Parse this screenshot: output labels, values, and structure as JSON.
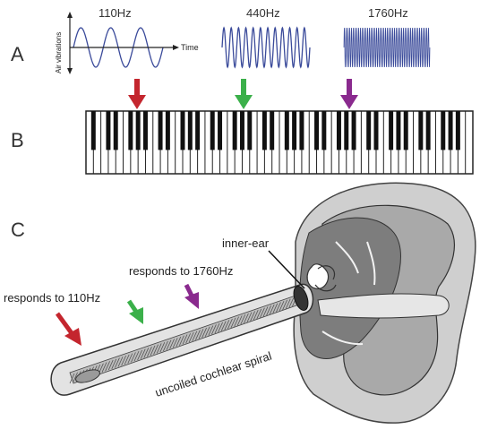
{
  "panels": {
    "a": "A",
    "b": "B",
    "c": "C"
  },
  "waves": [
    {
      "label": "110Hz",
      "cycles": 3,
      "color": "#3a4a9a"
    },
    {
      "label": "440Hz",
      "cycles": 12,
      "color": "#3a4a9a"
    },
    {
      "label": "1760Hz",
      "cycles": 48,
      "color": "#3a4a9a"
    }
  ],
  "axes": {
    "y_label": "Air vibrations",
    "x_label": "Time"
  },
  "arrows": {
    "red": "#c4262e",
    "green": "#3bb04a",
    "purple": "#8a2a8e"
  },
  "piano": {
    "white_keys": 52
  },
  "cochlea": {
    "label": "uncoiled cochlear spiral",
    "low_note": "responds to 110Hz",
    "high_note": "responds to 1760Hz",
    "ear_label": "inner-ear"
  }
}
